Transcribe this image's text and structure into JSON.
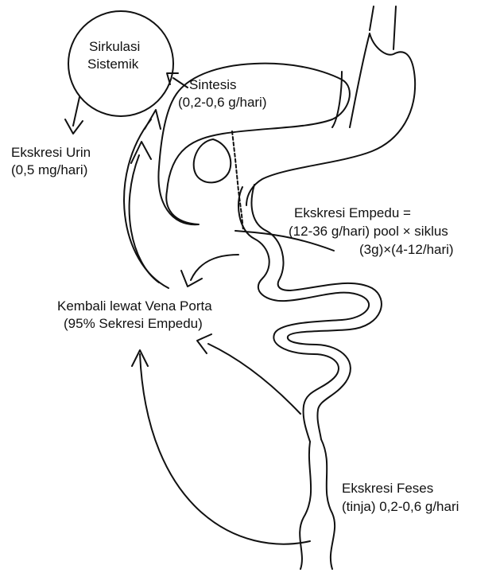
{
  "labels": {
    "sirkulasi_line1": "Sirkulasi",
    "sirkulasi_line2": "Sistemik",
    "sintesis_line1": "Sintesis",
    "sintesis_line2": "(0,2-0,6  g/hari)",
    "urin_line1": "Ekskresi Urin",
    "urin_line2": "(0,5  mg/hari)",
    "empedu_line1": "Ekskresi Empedu =",
    "empedu_line2": "(12-36 g/hari) pool × siklus",
    "empedu_line3": "(3g)×(4-12/hari)",
    "porta_line1": "Kembali lewat Vena Porta",
    "porta_line2": "(95% Sekresi Empedu)",
    "feses_line1": "Ekskresi Feses",
    "feses_line2": "(tinja)  0,2-0,6  g/hari"
  },
  "colors": {
    "ink": "#111111",
    "paper": "#ffffff"
  }
}
